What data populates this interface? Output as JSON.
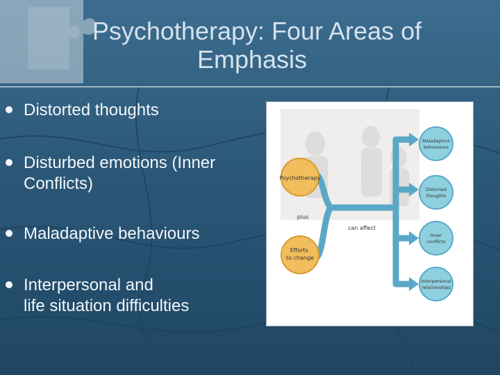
{
  "slide": {
    "title_line1": "Psychotherapy: Four Areas of",
    "title_line2": "Emphasis",
    "bullets": [
      [
        "Distorted thoughts"
      ],
      [
        "Disturbed emotions (Inner",
        "Conflicts)"
      ],
      [
        "Maladaptive behaviours"
      ],
      [
        "Interpersonal and",
        "life situation difficulties"
      ]
    ]
  },
  "figure": {
    "inputs": [
      "Psychotherapy",
      "Efforts to change"
    ],
    "connector_left": "plus",
    "connector_right": "can affect",
    "outcomes": [
      "Maladaptive behaviours",
      "Distorted thoughts",
      "Inner conflicts",
      "Interpersonal relationships"
    ]
  },
  "colors": {
    "background": "#2c5878",
    "title": "#d6e2ee",
    "bullet_text": "#f3f6f9",
    "input_circle": "#f2bd5c",
    "outcome_circle": "#8fd0df",
    "arrow": "#5aa8c7"
  }
}
